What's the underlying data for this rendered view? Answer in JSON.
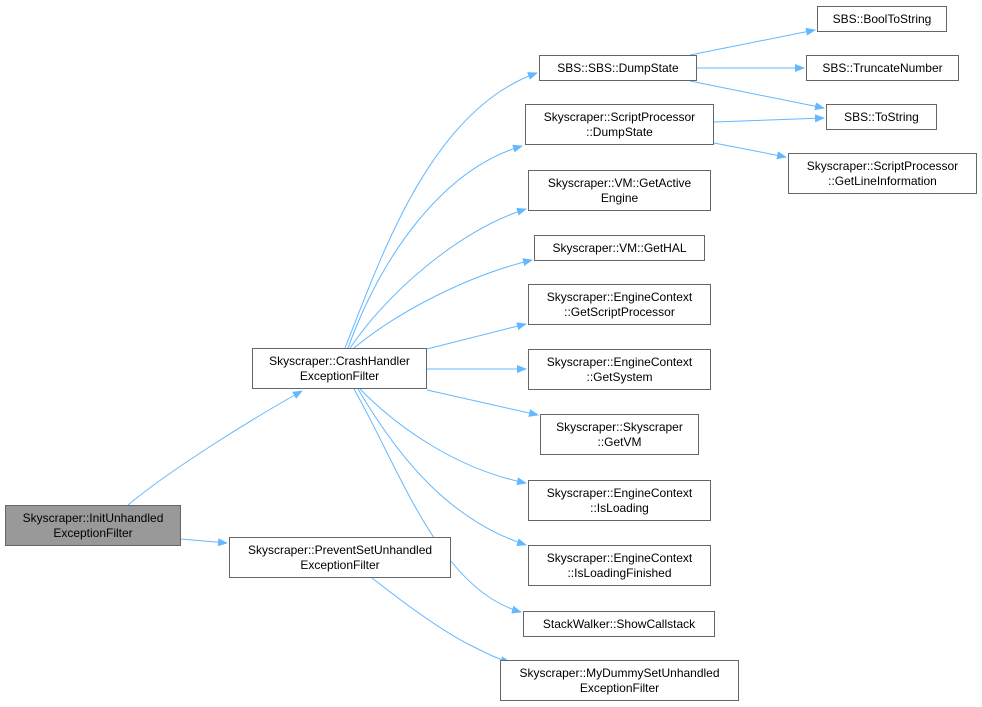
{
  "colors": {
    "edge": "#63b8ff",
    "node_border": "#666666",
    "node_fill": "#ffffff",
    "root_fill": "#999999"
  },
  "nodes": {
    "root": {
      "lines": [
        "Skyscraper::InitUnhandled",
        "ExceptionFilter"
      ]
    },
    "crash": {
      "lines": [
        "Skyscraper::CrashHandler",
        "ExceptionFilter"
      ]
    },
    "prevent": {
      "lines": [
        "Skyscraper::PreventSetUnhandled",
        "ExceptionFilter"
      ]
    },
    "sbsdump": {
      "lines": [
        "SBS::SBS::DumpState"
      ]
    },
    "spdump": {
      "lines": [
        "Skyscraper::ScriptProcessor",
        "::DumpState"
      ]
    },
    "getactive": {
      "lines": [
        "Skyscraper::VM::GetActive",
        "Engine"
      ]
    },
    "gethal": {
      "lines": [
        "Skyscraper::VM::GetHAL"
      ]
    },
    "getsp": {
      "lines": [
        "Skyscraper::EngineContext",
        "::GetScriptProcessor"
      ]
    },
    "getsystem": {
      "lines": [
        "Skyscraper::EngineContext",
        "::GetSystem"
      ]
    },
    "getvm": {
      "lines": [
        "Skyscraper::Skyscraper",
        "::GetVM"
      ]
    },
    "isloading": {
      "lines": [
        "Skyscraper::EngineContext",
        "::IsLoading"
      ]
    },
    "isloadingfin": {
      "lines": [
        "Skyscraper::EngineContext",
        "::IsLoadingFinished"
      ]
    },
    "callstack": {
      "lines": [
        "StackWalker::ShowCallstack"
      ]
    },
    "dummy": {
      "lines": [
        "Skyscraper::MyDummySetUnhandled",
        "ExceptionFilter"
      ]
    },
    "booltostr": {
      "lines": [
        "SBS::BoolToString"
      ]
    },
    "truncnum": {
      "lines": [
        "SBS::TruncateNumber"
      ]
    },
    "tostring": {
      "lines": [
        "SBS::ToString"
      ]
    },
    "getline": {
      "lines": [
        "Skyscraper::ScriptProcessor",
        "::GetLineInformation"
      ]
    }
  },
  "edges": [
    {
      "from": "root",
      "to": "crash"
    },
    {
      "from": "root",
      "to": "prevent"
    },
    {
      "from": "crash",
      "to": "sbsdump"
    },
    {
      "from": "crash",
      "to": "spdump"
    },
    {
      "from": "crash",
      "to": "getactive"
    },
    {
      "from": "crash",
      "to": "gethal"
    },
    {
      "from": "crash",
      "to": "getsp"
    },
    {
      "from": "crash",
      "to": "getsystem"
    },
    {
      "from": "crash",
      "to": "getvm"
    },
    {
      "from": "crash",
      "to": "isloading"
    },
    {
      "from": "crash",
      "to": "isloadingfin"
    },
    {
      "from": "crash",
      "to": "callstack"
    },
    {
      "from": "prevent",
      "to": "dummy"
    },
    {
      "from": "sbsdump",
      "to": "booltostr"
    },
    {
      "from": "sbsdump",
      "to": "truncnum"
    },
    {
      "from": "sbsdump",
      "to": "tostring"
    },
    {
      "from": "spdump",
      "to": "tostring"
    },
    {
      "from": "spdump",
      "to": "getline"
    }
  ]
}
